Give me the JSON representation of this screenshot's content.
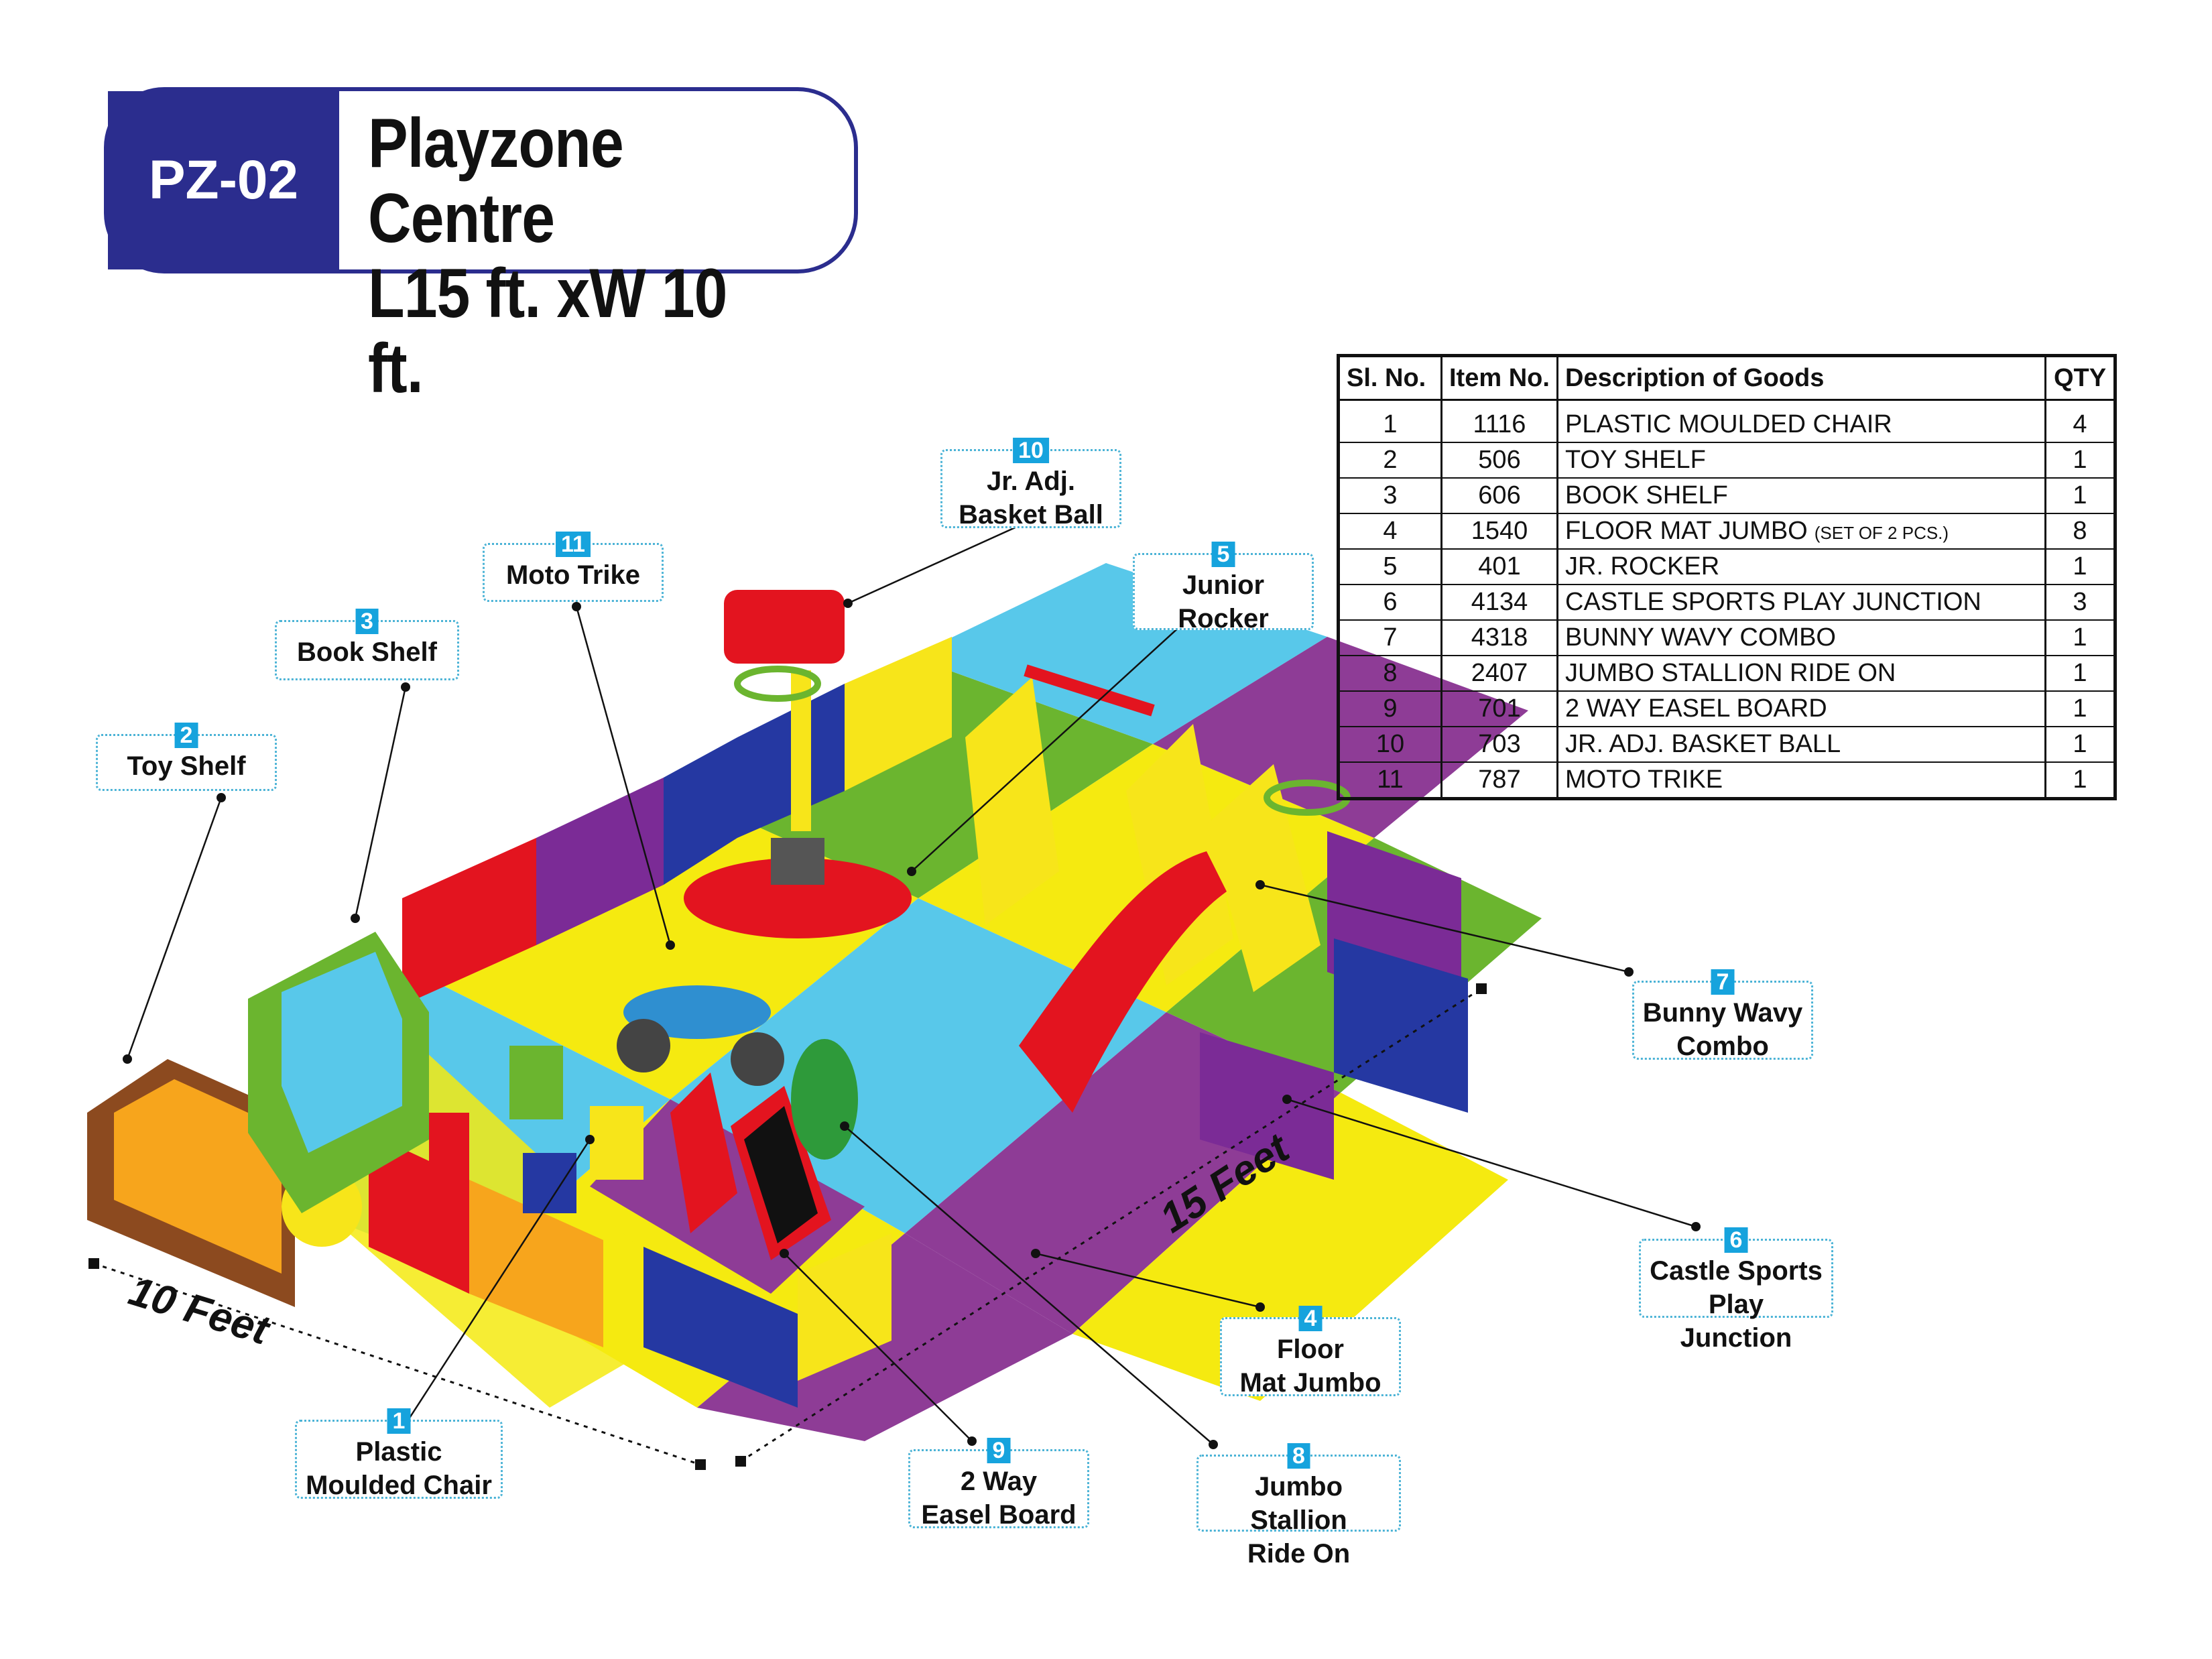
{
  "header": {
    "code": "PZ-02",
    "title_line1": "Playzone Centre",
    "title_line2": "L15 ft. xW 10 ft."
  },
  "table": {
    "headers": [
      "Sl. No.",
      "Item No.",
      "Description of Goods",
      "QTY"
    ],
    "rows": [
      {
        "sl": "1",
        "item": "1116",
        "desc": "PLASTIC MOULDED CHAIR",
        "note": "",
        "qty": "4"
      },
      {
        "sl": "2",
        "item": "506",
        "desc": "TOY SHELF",
        "note": "",
        "qty": "1"
      },
      {
        "sl": "3",
        "item": "606",
        "desc": "BOOK SHELF",
        "note": "",
        "qty": "1"
      },
      {
        "sl": "4",
        "item": "1540",
        "desc": "FLOOR MAT JUMBO",
        "note": "(SET OF 2 PCS.)",
        "qty": "8"
      },
      {
        "sl": "5",
        "item": "401",
        "desc": "JR. ROCKER",
        "note": "",
        "qty": "1"
      },
      {
        "sl": "6",
        "item": "4134",
        "desc": "CASTLE SPORTS PLAY JUNCTION",
        "note": "",
        "qty": "3"
      },
      {
        "sl": "7",
        "item": "4318",
        "desc": "BUNNY WAVY COMBO",
        "note": "",
        "qty": "1"
      },
      {
        "sl": "8",
        "item": "2407",
        "desc": "JUMBO STALLION RIDE ON",
        "note": "",
        "qty": "1"
      },
      {
        "sl": "9",
        "item": "701",
        "desc": "2 WAY EASEL BOARD",
        "note": "",
        "qty": "1"
      },
      {
        "sl": "10",
        "item": "703",
        "desc": "JR. ADJ. BASKET BALL",
        "note": "",
        "qty": "1"
      },
      {
        "sl": "11",
        "item": "787",
        "desc": "MOTO TRIKE",
        "note": "",
        "qty": "1"
      }
    ]
  },
  "labels": {
    "l1": {
      "num": "1",
      "line1": "Plastic",
      "line2": "Moulded Chair"
    },
    "l2": {
      "num": "2",
      "line1": "Toy Shelf",
      "line2": ""
    },
    "l3": {
      "num": "3",
      "line1": "Book Shelf",
      "line2": ""
    },
    "l4": {
      "num": "4",
      "line1": "Floor",
      "line2": "Mat Jumbo"
    },
    "l5": {
      "num": "5",
      "line1": "Junior",
      "line2": "Rocker"
    },
    "l6": {
      "num": "6",
      "line1": "Castle Sports",
      "line2": "Play Junction"
    },
    "l7": {
      "num": "7",
      "line1": "Bunny Wavy",
      "line2": "Combo"
    },
    "l8": {
      "num": "8",
      "line1": "Jumbo Stallion",
      "line2": "Ride On"
    },
    "l9": {
      "num": "9",
      "line1": "2 Way",
      "line2": "Easel Board"
    },
    "l10": {
      "num": "10",
      "line1": "Jr. Adj.",
      "line2": "Basket Ball"
    },
    "l11": {
      "num": "11",
      "line1": "Moto Trike",
      "line2": ""
    }
  },
  "dimensions": {
    "width": "10 Feet",
    "length": "15 Feet"
  },
  "colors": {
    "brand_blue": "#2b2d8e",
    "label_badge": "#16a3dd",
    "mat_yellow": "#f5ea10",
    "mat_purple": "#8e3c96",
    "mat_cyan": "#58c8ea",
    "mat_green": "#6bb52f",
    "fence_red": "#e3141f",
    "fence_blue": "#2538a2",
    "fence_purple": "#7b2b96",
    "fence_yellow": "#f7e51a",
    "fence_orange": "#f7a51c"
  }
}
